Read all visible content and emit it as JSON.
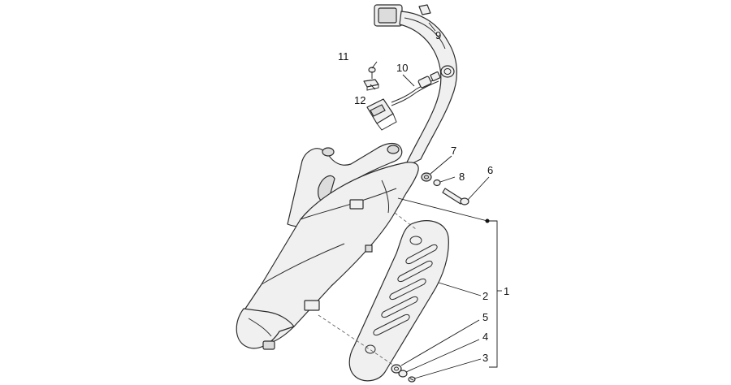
{
  "callouts": [
    {
      "id": "c1",
      "label": "1"
    },
    {
      "id": "c2",
      "label": "2"
    },
    {
      "id": "c3",
      "label": "3"
    },
    {
      "id": "c4",
      "label": "4"
    },
    {
      "id": "c5",
      "label": "5"
    },
    {
      "id": "c6",
      "label": "6"
    },
    {
      "id": "c7",
      "label": "7"
    },
    {
      "id": "c8",
      "label": "8"
    },
    {
      "id": "c9",
      "label": "9"
    },
    {
      "id": "c10",
      "label": "10"
    },
    {
      "id": "c11",
      "label": "11"
    },
    {
      "id": "c12",
      "label": "12"
    }
  ],
  "icons": {
    "muffler": "muffler-icon",
    "heat_shield": "heat-shield-icon",
    "exhaust_pipe": "exhaust-pipe-icon",
    "lambda_sensor": "lambda-sensor-icon"
  },
  "colors": {
    "line": "#2b2b2b",
    "fill": "#f0f0f0",
    "background": "#ffffff"
  }
}
